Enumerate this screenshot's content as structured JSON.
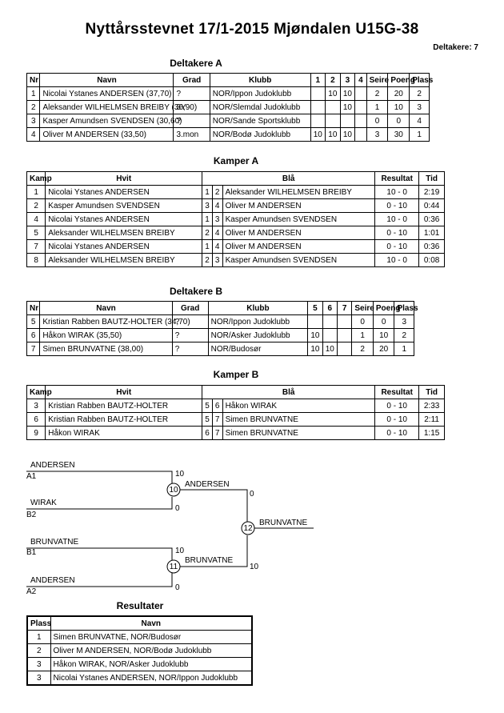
{
  "header": {
    "title": "Nyttårsstevnet  17/1-2015  Mjøndalen   U15G-38",
    "participants_count": "Deltakere: 7"
  },
  "deltakere_a": {
    "title": "Deltakere A",
    "headers": [
      "Nr",
      "Navn",
      "Grad",
      "Klubb",
      "1",
      "2",
      "3",
      "4",
      "Seire",
      "Poeng",
      "Plass"
    ],
    "rows": [
      [
        "1",
        "Nicolai Ystanes ANDERSEN  (37,70)",
        "?",
        "NOR/Ippon Judoklubb",
        "",
        "10",
        "10",
        "",
        "2",
        "20",
        "2"
      ],
      [
        "2",
        "Aleksander WILHELMSEN BREIBY  (36,90)",
        "3Y",
        "NOR/Slemdal Judoklubb",
        "",
        "",
        "10",
        "",
        "1",
        "10",
        "3"
      ],
      [
        "3",
        "Kasper Amundsen SVENDSEN  (30,60)",
        "?",
        "NOR/Sande Sportsklubb",
        "",
        "",
        "",
        "",
        "0",
        "0",
        "4"
      ],
      [
        "4",
        "Oliver M ANDERSEN  (33,50)",
        "3.mon",
        "NOR/Bodø Judoklubb",
        "10",
        "10",
        "10",
        "",
        "3",
        "30",
        "1"
      ]
    ]
  },
  "kamper_a": {
    "title": "Kamper A",
    "headers": [
      "Kamp",
      "Hvit",
      "Blå",
      "Resultat",
      "Tid"
    ],
    "rows": [
      [
        "1",
        "Nicolai Ystanes ANDERSEN",
        "1",
        "2",
        "Aleksander WILHELMSEN BREIBY",
        "10 - 0",
        "2:19"
      ],
      [
        "2",
        "Kasper Amundsen SVENDSEN",
        "3",
        "4",
        "Oliver M ANDERSEN",
        "0 - 10",
        "0:44"
      ],
      [
        "4",
        "Nicolai Ystanes ANDERSEN",
        "1",
        "3",
        "Kasper Amundsen SVENDSEN",
        "10 - 0",
        "0:36"
      ],
      [
        "5",
        "Aleksander WILHELMSEN BREIBY",
        "2",
        "4",
        "Oliver M ANDERSEN",
        "0 - 10",
        "1:01"
      ],
      [
        "7",
        "Nicolai Ystanes ANDERSEN",
        "1",
        "4",
        "Oliver M ANDERSEN",
        "0 - 10",
        "0:36"
      ],
      [
        "8",
        "Aleksander WILHELMSEN BREIBY",
        "2",
        "3",
        "Kasper Amundsen SVENDSEN",
        "10 - 0",
        "0:08"
      ]
    ]
  },
  "deltakere_b": {
    "title": "Deltakere B",
    "headers": [
      "Nr",
      "Navn",
      "Grad",
      "Klubb",
      "5",
      "6",
      "7",
      "Seire",
      "Poeng",
      "Plass"
    ],
    "rows": [
      [
        "5",
        "Kristian Rabben BAUTZ-HOLTER  (34,70)",
        "?",
        "NOR/Ippon Judoklubb",
        "",
        "",
        "",
        "0",
        "0",
        "3"
      ],
      [
        "6",
        "Håkon WIRAK  (35,50)",
        "?",
        "NOR/Asker Judoklubb",
        "10",
        "",
        "",
        "1",
        "10",
        "2"
      ],
      [
        "7",
        "Simen BRUNVATNE  (38,00)",
        "?",
        "NOR/Budosør",
        "10",
        "10",
        "",
        "2",
        "20",
        "1"
      ]
    ]
  },
  "kamper_b": {
    "title": "Kamper B",
    "headers": [
      "Kamp",
      "Hvit",
      "Blå",
      "Resultat",
      "Tid"
    ],
    "rows": [
      [
        "3",
        "Kristian Rabben BAUTZ-HOLTER",
        "5",
        "6",
        "Håkon WIRAK",
        "0 - 10",
        "2:33"
      ],
      [
        "6",
        "Kristian Rabben BAUTZ-HOLTER",
        "5",
        "7",
        "Simen BRUNVATNE",
        "0 - 10",
        "2:11"
      ],
      [
        "9",
        "Håkon WIRAK",
        "6",
        "7",
        "Simen BRUNVATNE",
        "0 - 10",
        "1:15"
      ]
    ]
  },
  "bracket": {
    "a1_name": "ANDERSEN",
    "a1_seed": "A1",
    "b2_name": "WIRAK",
    "b2_seed": "B2",
    "b1_name": "BRUNVATNE",
    "b1_seed": "B1",
    "a2_name": "ANDERSEN",
    "a2_seed": "A2",
    "m10": "10",
    "m10_winner": "ANDERSEN",
    "m10_top": "10",
    "m10_bot": "0",
    "m11": "11",
    "m11_winner": "BRUNVATNE",
    "m11_top": "10",
    "m11_bot": "0",
    "m12": "12",
    "m12_winner": "BRUNVATNE",
    "m12_top": "0",
    "m12_bot": "10"
  },
  "resultater": {
    "title": "Resultater",
    "headers": [
      "Plass",
      "Navn"
    ],
    "rows": [
      [
        "1",
        "Simen BRUNVATNE, NOR/Budosør"
      ],
      [
        "2",
        "Oliver M ANDERSEN, NOR/Bodø Judoklubb"
      ],
      [
        "3",
        "Håkon WIRAK, NOR/Asker Judoklubb"
      ],
      [
        "3",
        "Nicolai Ystanes ANDERSEN, NOR/Ippon Judoklubb"
      ]
    ]
  }
}
